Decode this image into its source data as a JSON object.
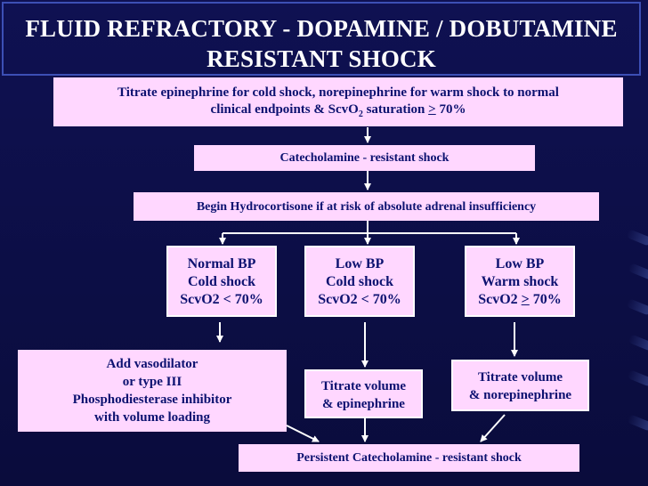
{
  "slide": {
    "title_line1": "FLUID REFRACTORY - DOPAMINE / DOBUTAMINE",
    "title_line2": "RESISTANT SHOCK"
  },
  "flow": {
    "titrate": {
      "line1": "Titrate epinephrine for cold shock, norepinephrine for warm shock to normal",
      "line2_pre": "clinical endpoints & ScvO",
      "line2_sub": "2",
      "line2_mid": " saturation ",
      "line2_gt": ">",
      "line2_post": " 70%"
    },
    "catecholamine": "Catecholamine - resistant shock",
    "hydrocortisone": "Begin Hydrocortisone if at risk of absolute adrenal insufficiency",
    "normal_bp": {
      "line1": "Normal BP",
      "line2": "Cold shock",
      "line3": "ScvO2 < 70%"
    },
    "low_bp_cold": {
      "line1": "Low BP",
      "line2": "Cold shock",
      "line3": "ScvO2 < 70%"
    },
    "low_bp_warm": {
      "line1": "Low BP",
      "line2": "Warm shock",
      "line3_pre": "ScvO2 ",
      "line3_gt": ">",
      "line3_post": " 70%"
    },
    "vasodilator": {
      "line1": "Add vasodilator",
      "line2": "or type III",
      "line3": "Phosphodiesterase inhibitor",
      "line4": "with volume loading"
    },
    "titrate_epi": {
      "line1": "Titrate volume",
      "line2": "& epinephrine"
    },
    "titrate_norepi": {
      "line1": "Titrate volume",
      "line2": "& norepinephrine"
    },
    "persistent": "Persistent Catecholamine - resistant shock"
  }
}
